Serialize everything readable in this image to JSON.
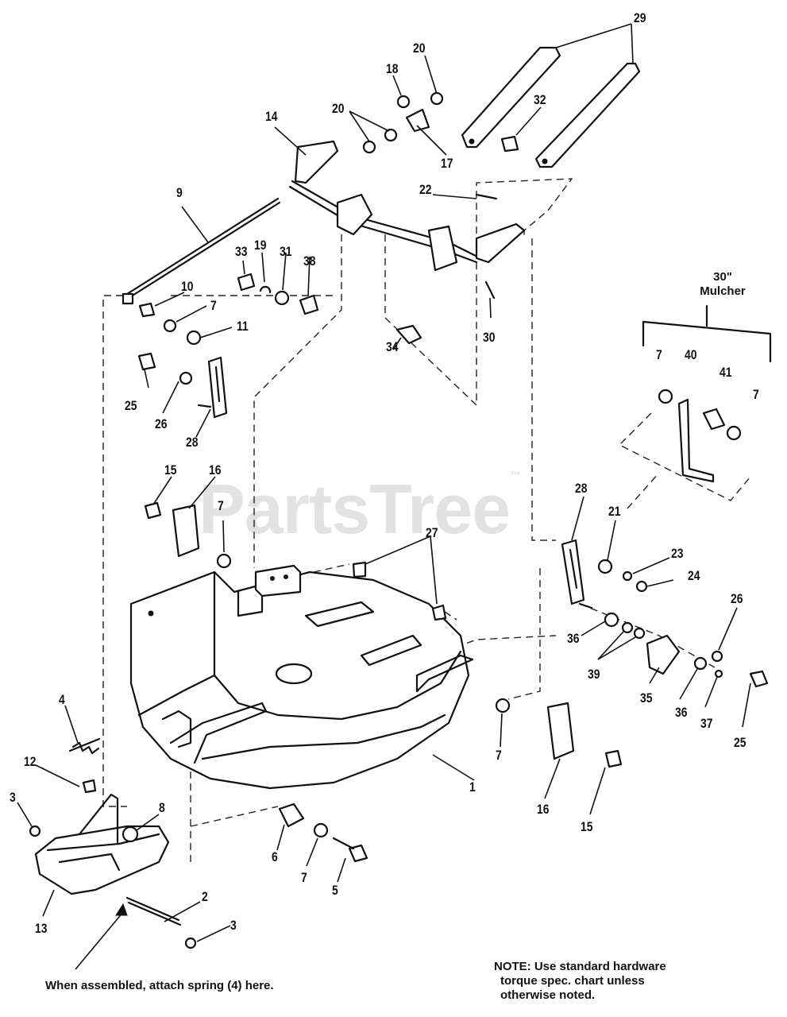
{
  "watermark": "PartsTree",
  "watermark_tm": "™",
  "group_label_line1": "30\"",
  "group_label_line2": "Mulcher",
  "footnote_left": "When assembled, attach spring (4) here.",
  "note_line1": "NOTE: Use standard hardware",
  "note_line2": "torque spec. chart unless",
  "note_line3": "otherwise noted.",
  "callouts": [
    {
      "text": "29"
    },
    {
      "text": "20"
    },
    {
      "text": "18"
    },
    {
      "text": "32"
    },
    {
      "text": "14"
    },
    {
      "text": "20"
    },
    {
      "text": "17"
    },
    {
      "text": "22"
    },
    {
      "text": "9"
    },
    {
      "text": "33"
    },
    {
      "text": "19"
    },
    {
      "text": "31"
    },
    {
      "text": "38"
    },
    {
      "text": "10"
    },
    {
      "text": "7"
    },
    {
      "text": "11"
    },
    {
      "text": "30"
    },
    {
      "text": "34"
    },
    {
      "text": "7"
    },
    {
      "text": "40"
    },
    {
      "text": "41"
    },
    {
      "text": "7"
    },
    {
      "text": "25"
    },
    {
      "text": "26"
    },
    {
      "text": "28"
    },
    {
      "text": "15"
    },
    {
      "text": "16"
    },
    {
      "text": "7"
    },
    {
      "text": "28"
    },
    {
      "text": "27"
    },
    {
      "text": "21"
    },
    {
      "text": "23"
    },
    {
      "text": "24"
    },
    {
      "text": "26"
    },
    {
      "text": "36"
    },
    {
      "text": "39"
    },
    {
      "text": "35"
    },
    {
      "text": "36"
    },
    {
      "text": "37"
    },
    {
      "text": "25"
    },
    {
      "text": "4"
    },
    {
      "text": "12"
    },
    {
      "text": "3"
    },
    {
      "text": "8"
    },
    {
      "text": "7"
    },
    {
      "text": "1"
    },
    {
      "text": "16"
    },
    {
      "text": "15"
    },
    {
      "text": "6"
    },
    {
      "text": "7"
    },
    {
      "text": "5"
    },
    {
      "text": "13"
    },
    {
      "text": "2"
    },
    {
      "text": "3"
    }
  ]
}
